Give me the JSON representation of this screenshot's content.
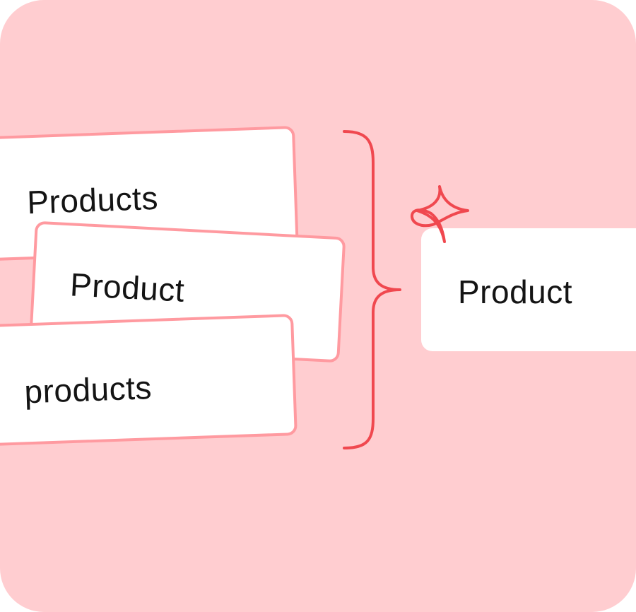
{
  "inputs": [
    {
      "label": "Products"
    },
    {
      "label": "Product"
    },
    {
      "label": "products"
    }
  ],
  "output": {
    "label": "Product"
  },
  "icons": {
    "bracket": "curly-brace-icon",
    "sparkle": "sparkle-icon"
  },
  "colors": {
    "background": "#ffcdd0",
    "card_border": "#ff9aa0",
    "accent": "#f0484f",
    "text": "#141414"
  }
}
